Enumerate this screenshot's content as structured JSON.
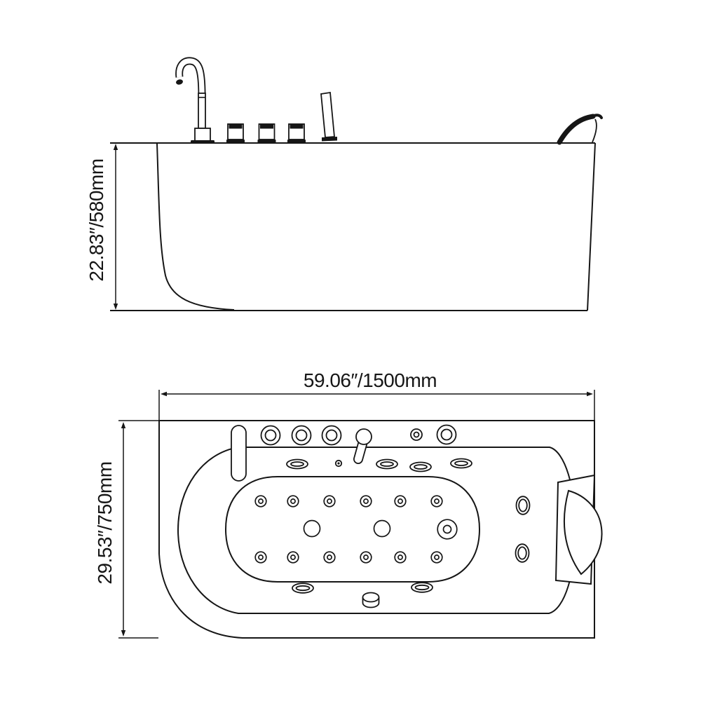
{
  "drawing": {
    "background_color": "#ffffff",
    "line_color": "#161616",
    "side_view": {
      "view": "side elevation of whirlpool bathtub",
      "height_dimension": "22.83″/580mm"
    },
    "plan_view": {
      "view": "top plan of whirlpool bathtub",
      "length_dimension": "59.06″/1500mm",
      "width_dimension": "29.53″/750mm"
    }
  }
}
